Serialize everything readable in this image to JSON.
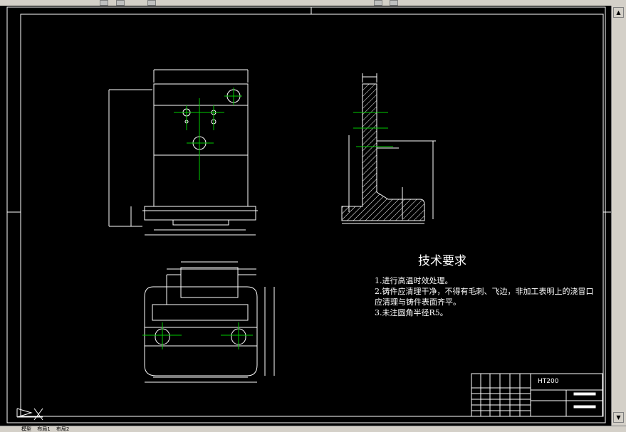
{
  "drawing": {
    "tech_requirements": {
      "title": "技术要求",
      "lines": [
        "1.进行高温时效处理。",
        "2.铸件应清理干净，不得有毛刺、飞边，非加工表明上的浇冒口",
        "应清理与铸件表面齐平。",
        "3.未注圆角半径R5。"
      ]
    },
    "title_block": {
      "material": "HT200"
    }
  },
  "layout_tabs": {
    "model": "模型",
    "layout1": "布局1",
    "layout2": "布局2"
  },
  "colors": {
    "background": "#000000",
    "lines": "#ffffff",
    "centerlines": "#00cc00",
    "ui": "#d4d0c8"
  }
}
